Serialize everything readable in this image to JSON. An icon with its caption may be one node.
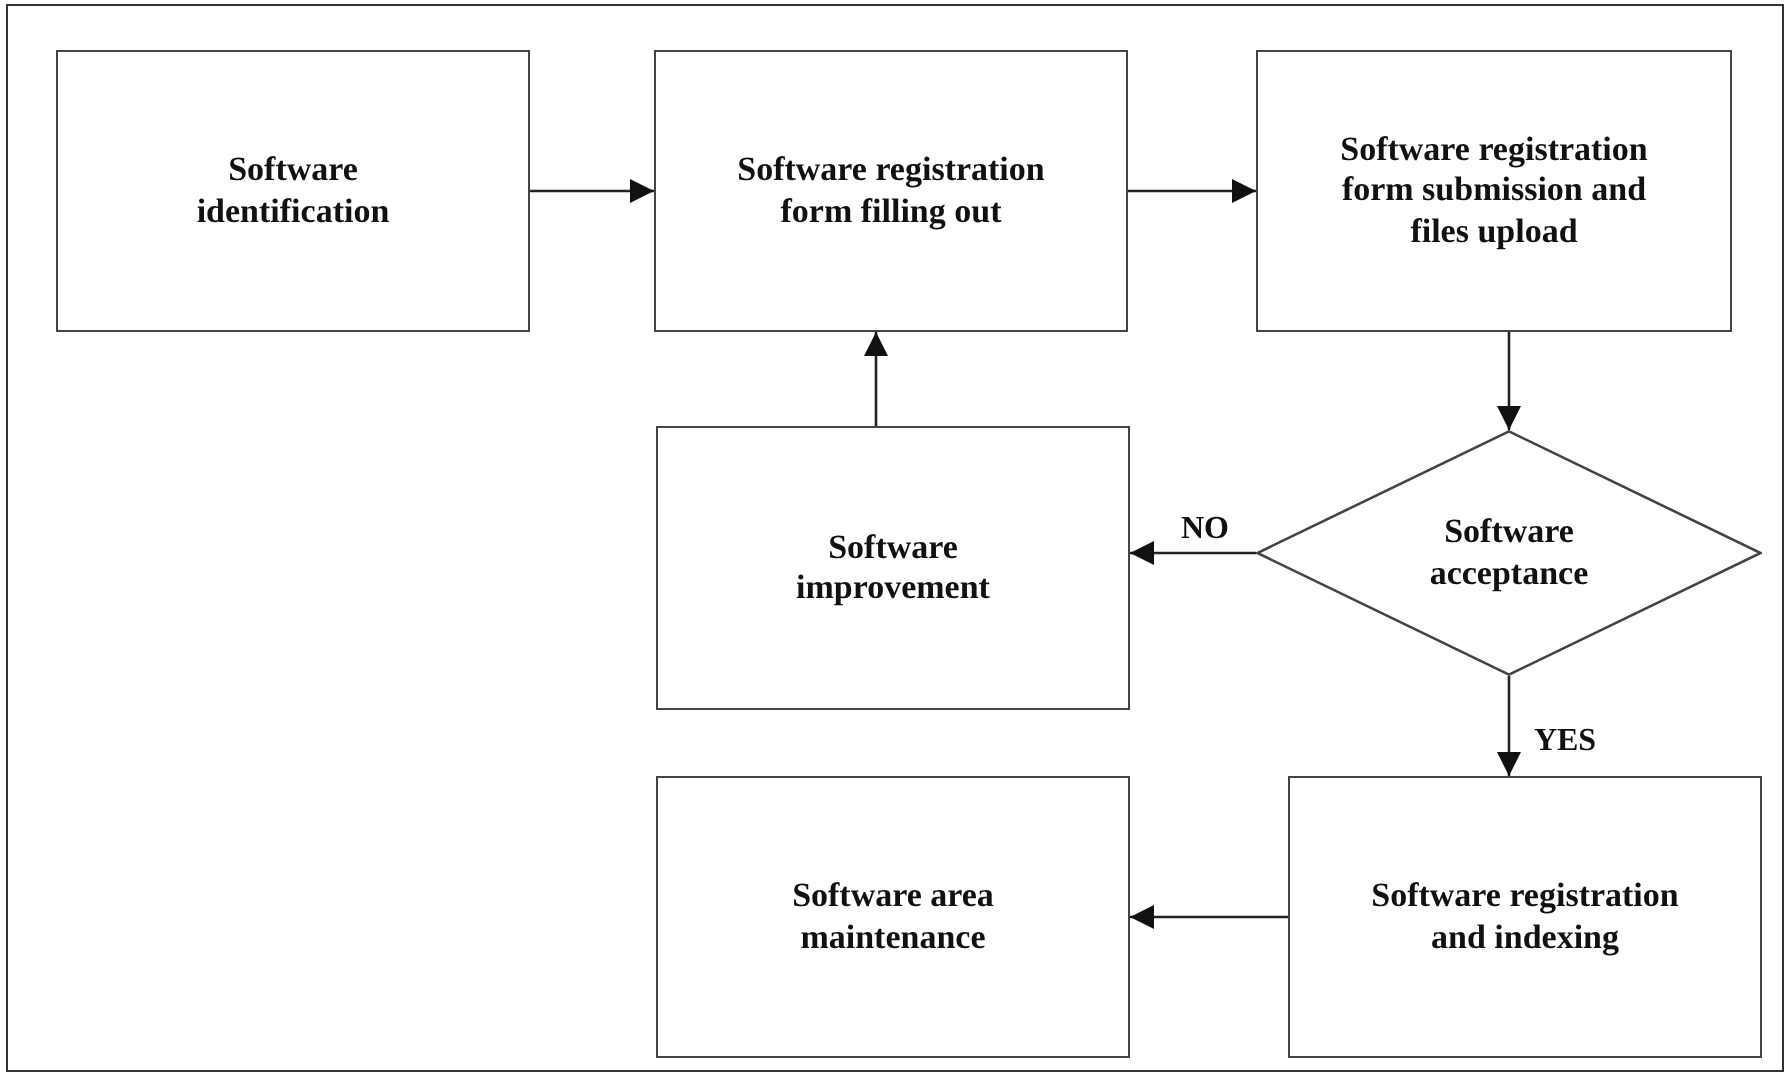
{
  "diagram": {
    "nodes": [
      {
        "text": [
          "Software identification"
        ]
      },
      {
        "text": [
          "Software registration form filling out"
        ]
      },
      {
        "text": [
          "Software registration form submission and files upload"
        ]
      },
      {
        "text": [
          "Software improvement"
        ]
      },
      {
        "text": [
          "Software acceptance"
        ]
      },
      {
        "text": [
          "Software registration and indexing"
        ]
      },
      {
        "text": [
          "Software area maintenance"
        ]
      }
    ],
    "edges": [
      {
        "from": 0,
        "to": 1,
        "arrow": "to"
      },
      {
        "from": 1,
        "to": 2,
        "arrow": "to"
      },
      {
        "from": 2,
        "to": 4,
        "arrow": "to"
      },
      {
        "from": 4,
        "to": 3,
        "arrow": "to",
        "label": "NO"
      },
      {
        "from": 3,
        "to": 1,
        "arrow": "to"
      },
      {
        "from": 4,
        "to": 5,
        "arrow": "to",
        "label": "YES"
      },
      {
        "from": 5,
        "to": 6,
        "arrow": "to"
      }
    ]
  }
}
